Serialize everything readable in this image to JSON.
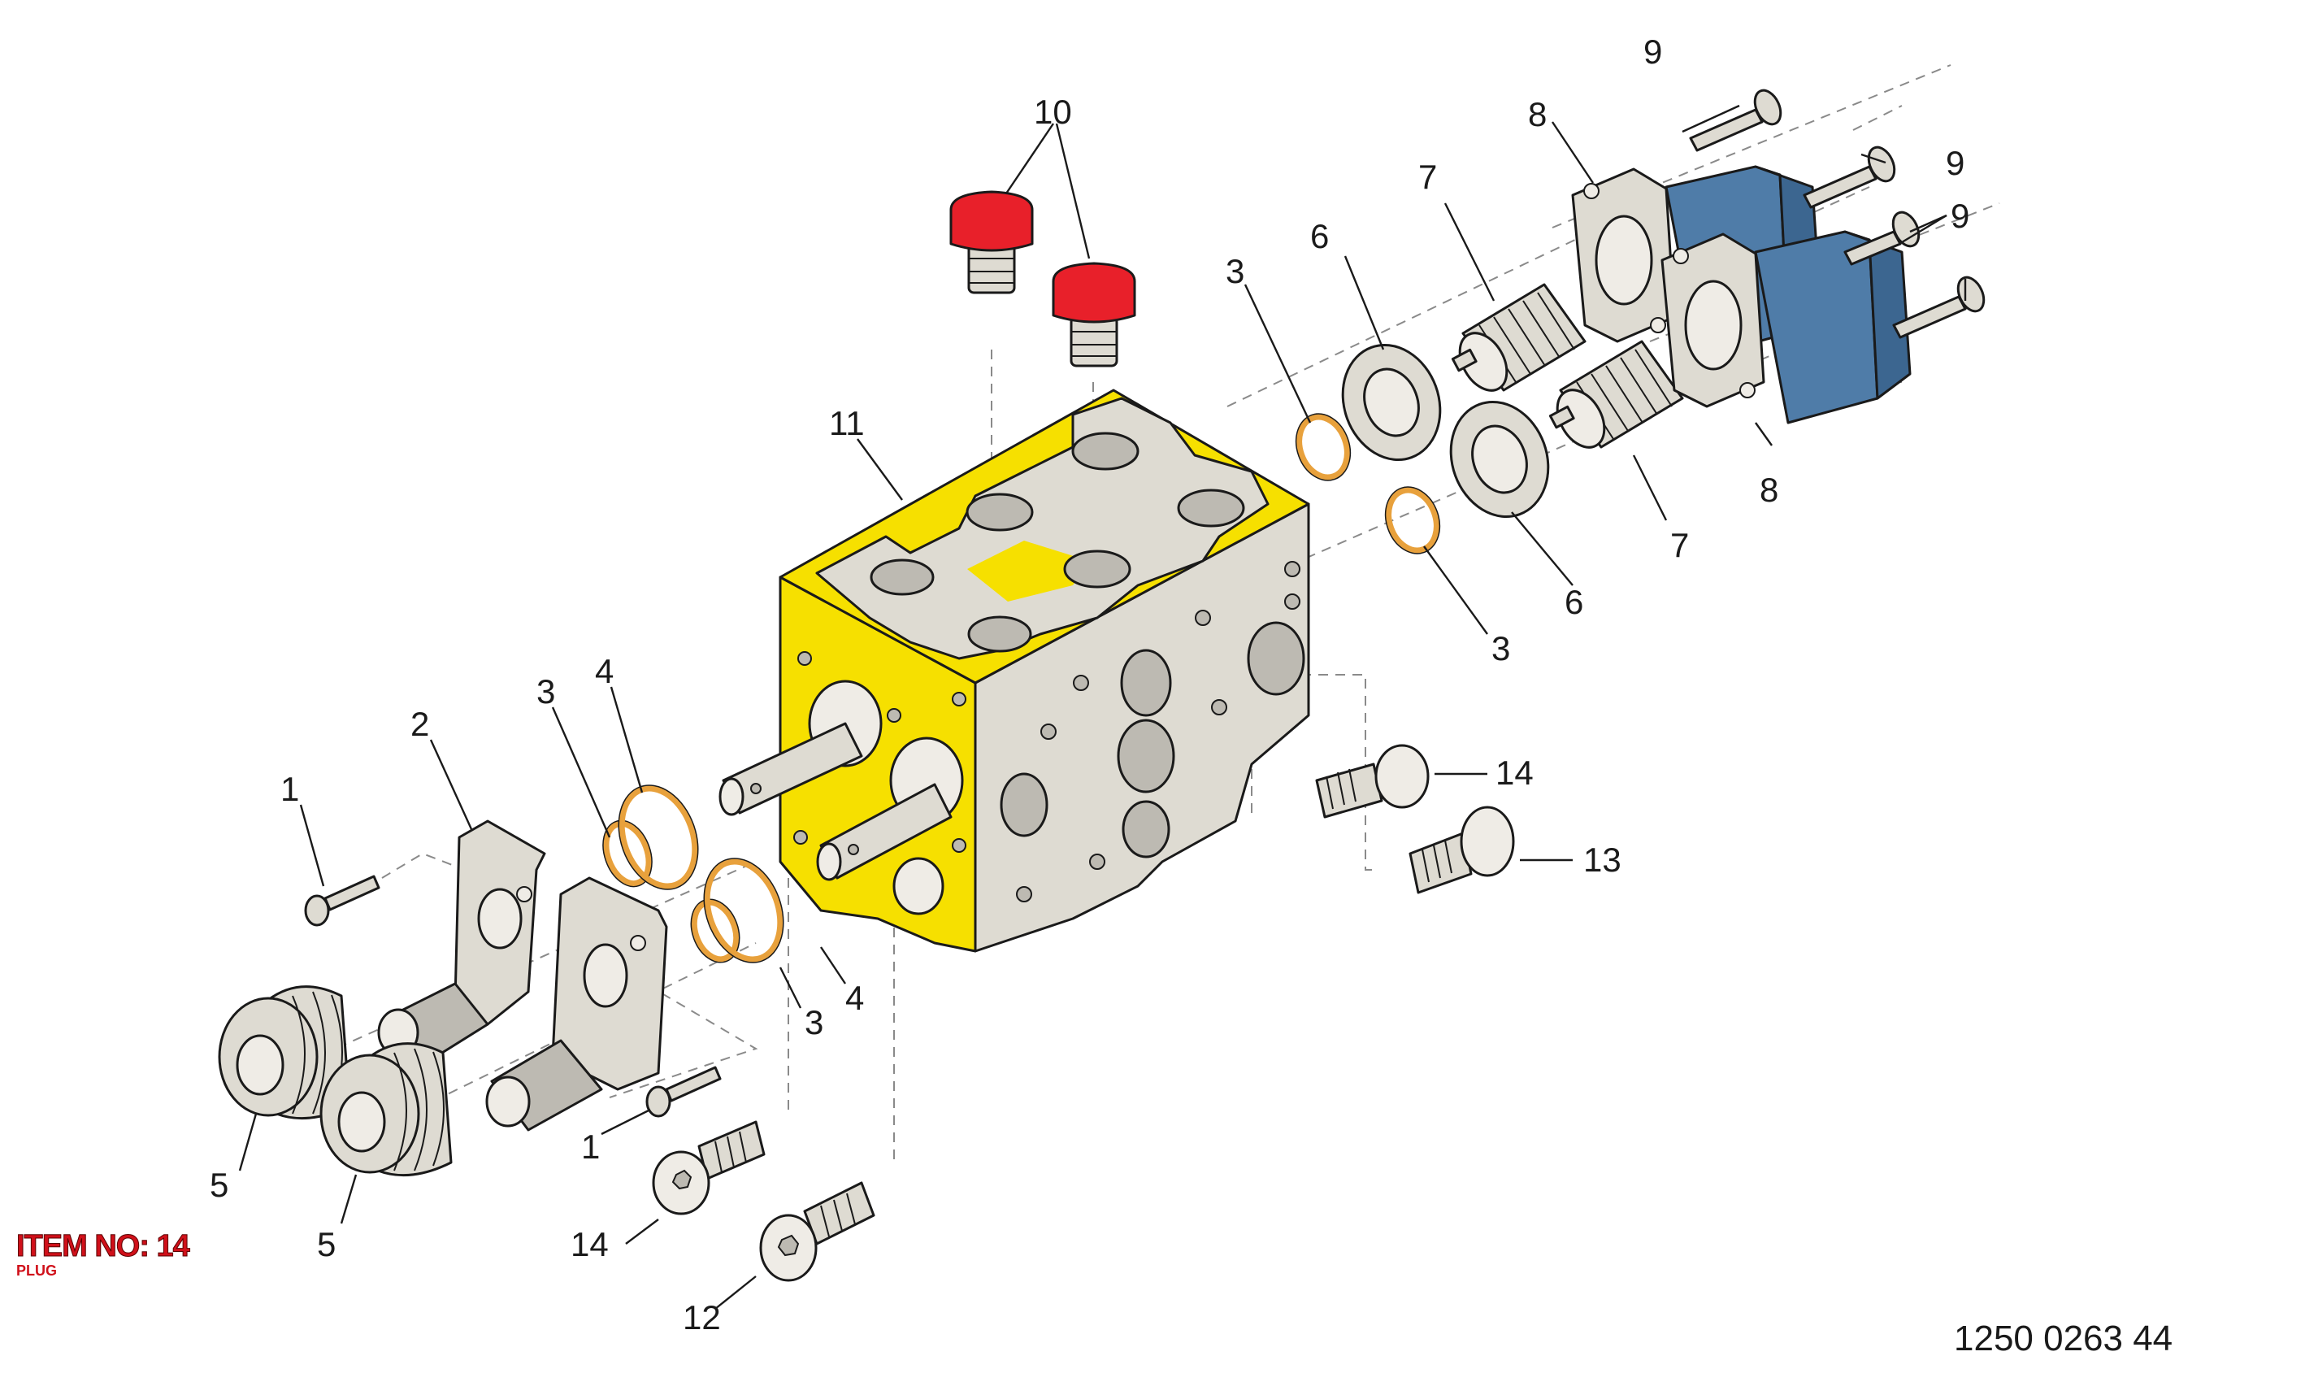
{
  "item": {
    "number_label": "ITEM NO: 14",
    "name": "PLUG"
  },
  "document_number": "1250 0263 44",
  "callouts": {
    "c1a": "1",
    "c1b": "1",
    "c2": "2",
    "c3a": "3",
    "c3b": "3",
    "c3c": "3",
    "c3d": "3",
    "c4a": "4",
    "c4b": "4",
    "c5a": "5",
    "c5b": "5",
    "c6a": "6",
    "c6b": "6",
    "c7a": "7",
    "c7b": "7",
    "c8a": "8",
    "c8b": "8",
    "c9a": "9",
    "c9b": "9",
    "c9c": "9",
    "c10": "10",
    "c11": "11",
    "c12": "12",
    "c13": "13",
    "c14a": "14",
    "c14b": "14"
  },
  "colors": {
    "valve_body": "#f6e000",
    "machined_face": "#dedbd2",
    "end_cover": "#4f7ca8",
    "plug_cap": "#e8202a",
    "seal_ring": "#e8a13c",
    "item_label": "#d0101a"
  }
}
